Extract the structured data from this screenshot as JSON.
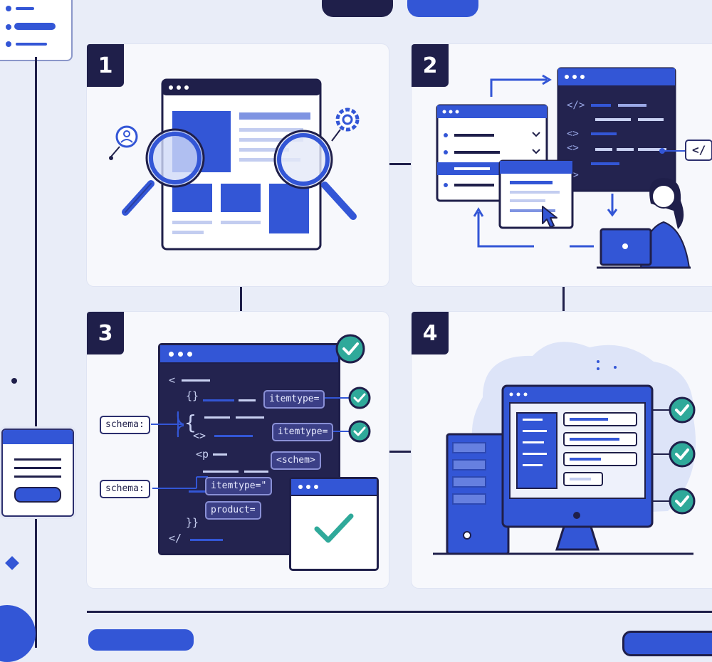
{
  "steps": [
    {
      "number": "1"
    },
    {
      "number": "2"
    },
    {
      "number": "3"
    },
    {
      "number": "4"
    }
  ],
  "step2": {
    "code_badge": "</"
  },
  "step3": {
    "labels": {
      "schema_left_1": "schema:",
      "schema_left_2": "schema:",
      "itemtype_1": "itemtype=",
      "itemtype_2": "itemtype=",
      "schem": "<schem>",
      "itemtype_3": "itemtype=\"",
      "product": "product="
    },
    "code_glyphs": {
      "open_angle": "<",
      "braces": "{}",
      "open_brace": "{",
      "tag": "<>",
      "p_tag": "<p",
      "close_braces": "}}",
      "close_tag": "</"
    }
  },
  "colors": {
    "navy": "#1f1f4a",
    "blue": "#3356d6",
    "teal": "#2fa99a",
    "background": "#e9edf8"
  },
  "icons": [
    "magnifier-icon",
    "user-icon",
    "gear-icon",
    "cursor-icon",
    "checkmark-icon",
    "person-laptop-icon",
    "desktop-computer-icon"
  ]
}
